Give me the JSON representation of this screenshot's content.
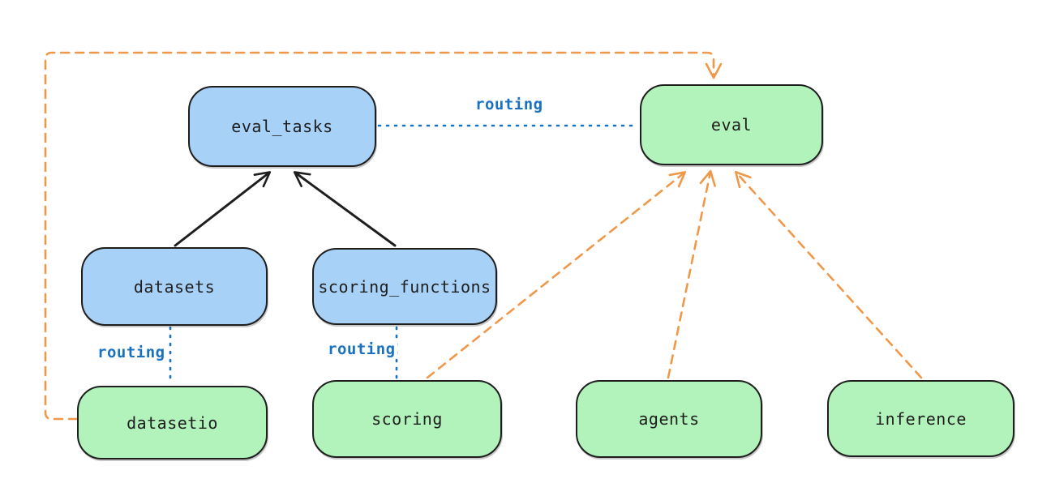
{
  "diagram": {
    "colors": {
      "api_fill_blue": "#a8d1f7",
      "provider_fill_green": "#b2f2bb",
      "box_stroke": "#1e1e1e",
      "routing_blue": "#1971c2",
      "dependency_orange": "#f0984a",
      "background": "#ffffff"
    },
    "nodes": [
      {
        "id": "eval_tasks",
        "label": "eval_tasks",
        "fill": "#a8d1f7"
      },
      {
        "id": "eval",
        "label": "eval",
        "fill": "#b2f2bb"
      },
      {
        "id": "datasets",
        "label": "datasets",
        "fill": "#a8d1f7"
      },
      {
        "id": "scoring_functions",
        "label": "scoring_functions",
        "fill": "#a8d1f7"
      },
      {
        "id": "datasetio",
        "label": "datasetio",
        "fill": "#b2f2bb"
      },
      {
        "id": "scoring",
        "label": "scoring",
        "fill": "#b2f2bb"
      },
      {
        "id": "agents",
        "label": "agents",
        "fill": "#b2f2bb"
      },
      {
        "id": "inference",
        "label": "inference",
        "fill": "#b2f2bb"
      }
    ],
    "edges": [
      {
        "from": "datasets",
        "to": "eval_tasks",
        "style": "solid",
        "color": "#1e1e1e",
        "arrow": true,
        "label": ""
      },
      {
        "from": "scoring_functions",
        "to": "eval_tasks",
        "style": "solid",
        "color": "#1e1e1e",
        "arrow": true,
        "label": ""
      },
      {
        "from": "eval_tasks",
        "to": "eval",
        "style": "dotted",
        "color": "#1971c2",
        "arrow": false,
        "label": "routing"
      },
      {
        "from": "datasets",
        "to": "datasetio",
        "style": "dotted",
        "color": "#1971c2",
        "arrow": false,
        "label": "routing"
      },
      {
        "from": "scoring_functions",
        "to": "scoring",
        "style": "dotted",
        "color": "#1971c2",
        "arrow": false,
        "label": "routing"
      },
      {
        "from": "datasetio",
        "to": "eval",
        "style": "dashed",
        "color": "#f0984a",
        "arrow": true,
        "label": ""
      },
      {
        "from": "scoring",
        "to": "eval",
        "style": "dashed",
        "color": "#f0984a",
        "arrow": true,
        "label": ""
      },
      {
        "from": "agents",
        "to": "eval",
        "style": "dashed",
        "color": "#f0984a",
        "arrow": true,
        "label": ""
      },
      {
        "from": "inference",
        "to": "eval",
        "style": "dashed",
        "color": "#f0984a",
        "arrow": true,
        "label": ""
      }
    ]
  }
}
